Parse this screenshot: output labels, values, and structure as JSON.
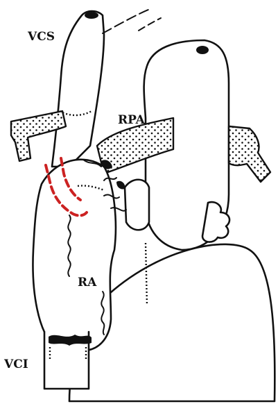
{
  "labels": {
    "vcs": "VCS",
    "rpa": "RPA",
    "ra": "RA",
    "vci": "VCI"
  },
  "colors": {
    "outline": "#111111",
    "incision": "#cc2222",
    "background": "#ffffff"
  }
}
